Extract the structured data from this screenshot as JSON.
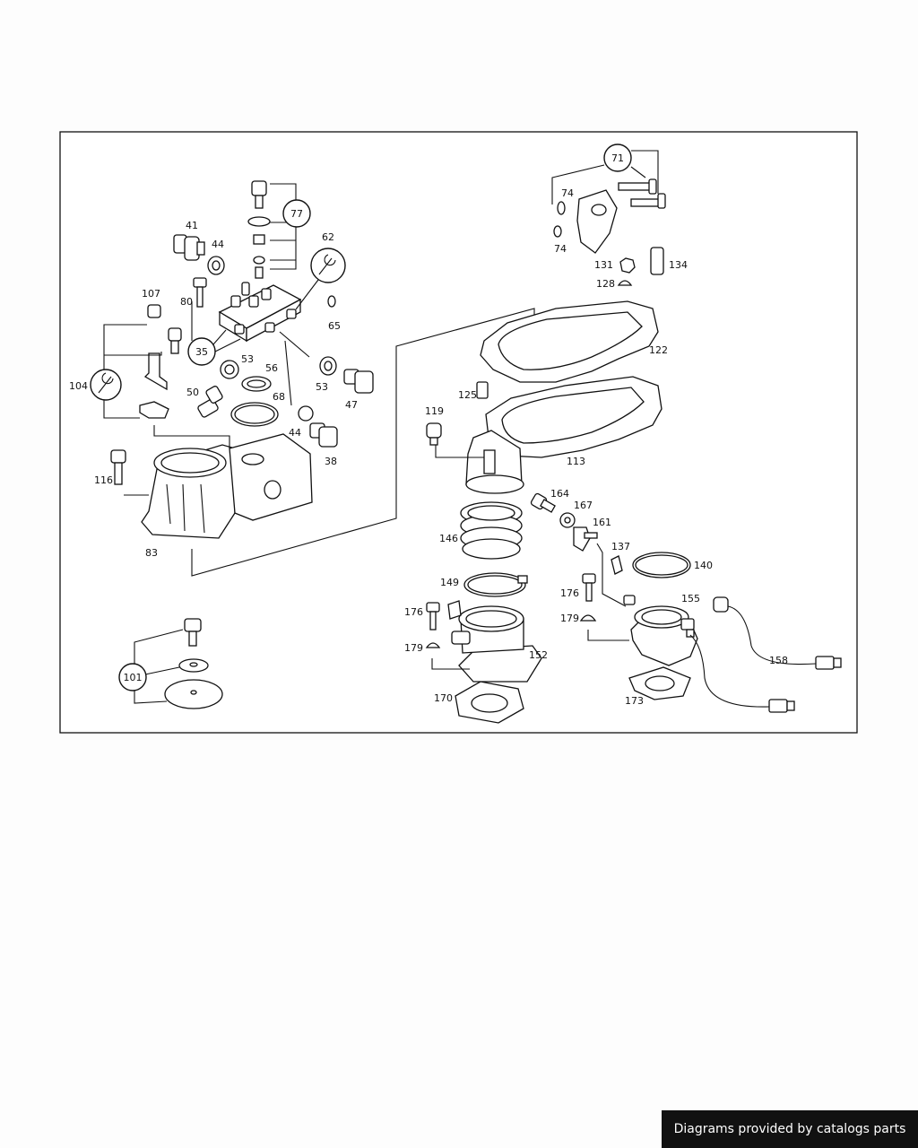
{
  "footer": {
    "text": "Diagrams provided by catalogs parts"
  },
  "callouts": {
    "c41": "41",
    "c44a": "44",
    "c80": "80",
    "c107": "107",
    "c104": "104",
    "c35": "35",
    "c53a": "53",
    "c56": "56",
    "c50": "50",
    "c68": "68",
    "c44b": "44",
    "c38": "38",
    "c53b": "53",
    "c47": "47",
    "c62": "62",
    "c65": "65",
    "c77": "77",
    "c116": "116",
    "c83": "83",
    "c101": "101",
    "c71": "71",
    "c74a": "74",
    "c74b": "74",
    "c131": "131",
    "c134": "134",
    "c128": "128",
    "c122": "122",
    "c125": "125",
    "c119": "119",
    "c113": "113",
    "c164": "164",
    "c167": "167",
    "c161": "161",
    "c146": "146",
    "c137": "137",
    "c140": "140",
    "c149": "149",
    "c176a": "176",
    "c179a": "179",
    "c152": "152",
    "c170": "170",
    "c176b": "176",
    "c179b": "179",
    "c155": "155",
    "c158": "158",
    "c173": "173"
  }
}
